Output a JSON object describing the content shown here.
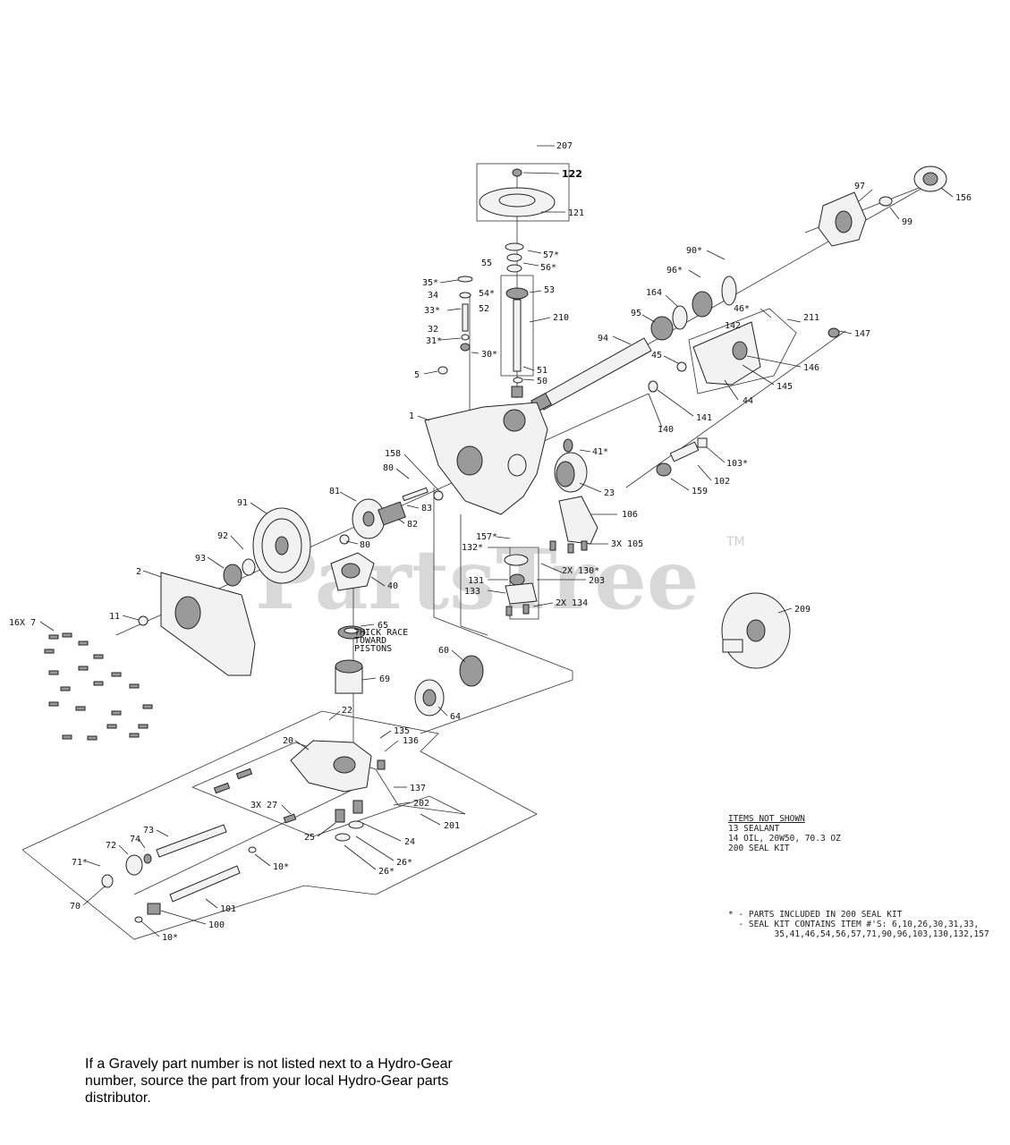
{
  "callouts": [
    "207",
    "122",
    "121",
    "57*",
    "56*",
    "55",
    "54*",
    "53",
    "52",
    "210",
    "51",
    "50",
    "35*",
    "34",
    "33*",
    "32",
    "31*",
    "30*",
    "5",
    "97",
    "156",
    "99",
    "90*",
    "96*",
    "164",
    "95",
    "94",
    "142",
    "46*",
    "211",
    "147",
    "45",
    "146",
    "145",
    "44",
    "141",
    "140",
    "1",
    "158",
    "80",
    "41*",
    "23",
    "103*",
    "102",
    "159",
    "81",
    "83",
    "82",
    "91",
    "92",
    "93",
    "2",
    "80",
    "106",
    "157*",
    "132*",
    "3X 105",
    "2X 130*",
    "203",
    "131",
    "133",
    "2X 134",
    "40",
    "209",
    "16X 7",
    "11",
    "65",
    "60",
    "69",
    "64",
    "22",
    "20",
    "135",
    "136",
    "137",
    "202",
    "201",
    "3X 27",
    "25",
    "24",
    "73",
    "72",
    "74",
    "71*",
    "10*",
    "26*",
    "26*",
    "70",
    "101",
    "100",
    "10*"
  ],
  "thick_race_note": [
    "THICK RACE",
    "TOWARD",
    "PISTONS"
  ],
  "watermark": "PartsTree",
  "watermark_tm": "TM",
  "items_not_shown": {
    "heading": "ITEMS NOT SHOWN",
    "lines": [
      "13 SEALANT",
      "14 OIL, 20W50, 70.3 OZ",
      "200 SEAL KIT"
    ]
  },
  "seal_notes": [
    "* - PARTS INCLUDED IN 200 SEAL KIT",
    "  - SEAL KIT CONTAINS ITEM #'S: 6,10,26,30,31,33,",
    "         35,41,46,54,56,57,71,90,96,103,130,132,157"
  ],
  "footer_note": "If a Gravely part number is not listed next to a Hydro-Gear number, source the part from your local Hydro-Gear parts distributor."
}
